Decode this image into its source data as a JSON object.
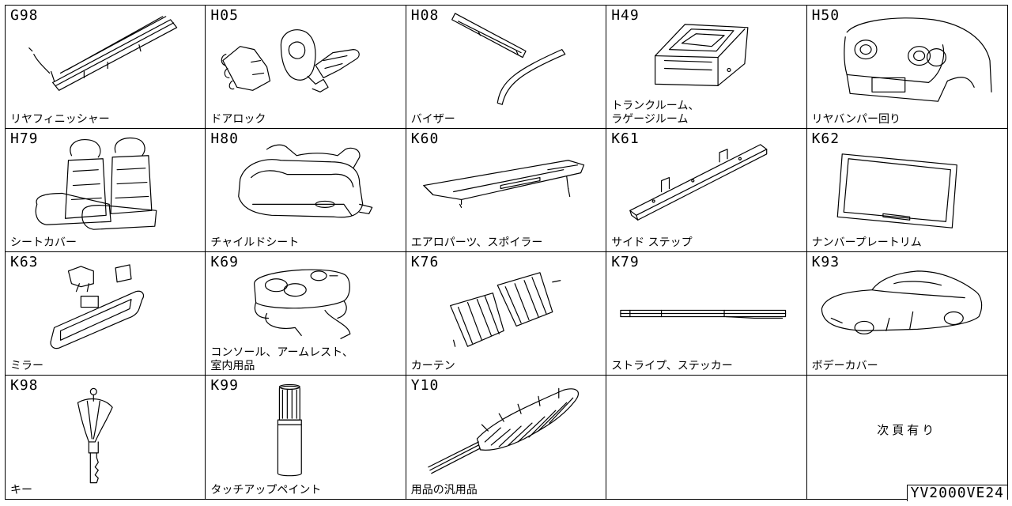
{
  "cells": [
    {
      "code": "G98",
      "label": "リヤフィニッシャー",
      "icon": "rear-finisher-icon"
    },
    {
      "code": "H05",
      "label": "ドアロック",
      "icon": "door-lock-icon"
    },
    {
      "code": "H08",
      "label": "バイザー",
      "icon": "visor-icon"
    },
    {
      "code": "H49",
      "label": "トランクルーム、\nラゲージルーム",
      "icon": "trunk-room-icon"
    },
    {
      "code": "H50",
      "label": "リヤバンパー回り",
      "icon": "rear-bumper-icon"
    },
    {
      "code": "H79",
      "label": "シートカバー",
      "icon": "seat-cover-icon"
    },
    {
      "code": "H80",
      "label": "チャイルドシート",
      "icon": "child-seat-icon"
    },
    {
      "code": "K60",
      "label": "エアロパーツ、スポイラー",
      "icon": "spoiler-icon"
    },
    {
      "code": "K61",
      "label": "サイド ステップ",
      "icon": "side-step-icon"
    },
    {
      "code": "K62",
      "label": "ナンバープレートリム",
      "icon": "plate-rim-icon"
    },
    {
      "code": "K63",
      "label": "ミラー",
      "icon": "mirror-icon"
    },
    {
      "code": "K69",
      "label": "コンソール、アームレスト、\n室内用品",
      "icon": "console-icon"
    },
    {
      "code": "K76",
      "label": "カーテン",
      "icon": "curtain-icon"
    },
    {
      "code": "K79",
      "label": "ストライプ、ステッカー",
      "icon": "stripe-sticker-icon"
    },
    {
      "code": "K93",
      "label": "ボデーカバー",
      "icon": "body-cover-icon"
    },
    {
      "code": "K98",
      "label": "キー",
      "icon": "key-icon"
    },
    {
      "code": "K99",
      "label": "タッチアップペイント",
      "icon": "touch-up-paint-icon"
    },
    {
      "code": "Y10",
      "label": "用品の汎用品",
      "icon": "duster-icon"
    },
    {
      "code": "",
      "label": "",
      "icon": ""
    },
    {
      "code": "",
      "label": "",
      "note": "次頁有り",
      "icon": ""
    }
  ],
  "doc_id": "YV2000VE24"
}
